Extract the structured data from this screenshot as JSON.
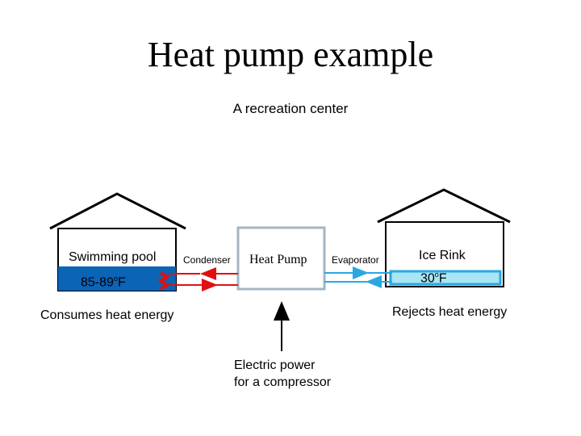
{
  "title": "Heat pump example",
  "subtitle": "A recreation center",
  "pool": {
    "label": "Swimming pool",
    "temp": "85-89",
    "unit": "F",
    "sup": "o"
  },
  "condenser": "Condenser",
  "heat_pump": "Heat Pump",
  "evaporator": "Evaporator",
  "rink": {
    "label": "Ice Rink",
    "temp": "30",
    "unit": "F",
    "sup": "o"
  },
  "consumes": "Consumes heat energy",
  "rejects": "Rejects heat energy",
  "power": {
    "line1": "Electric power",
    "line2": "for a compressor"
  },
  "colors": {
    "pool_water": "#0b64b6",
    "ice": "#a8e6f5",
    "hot_pipe": "#e01010",
    "cold_pipe": "#2aa7e0",
    "pump_border": "#a3b5c5"
  }
}
